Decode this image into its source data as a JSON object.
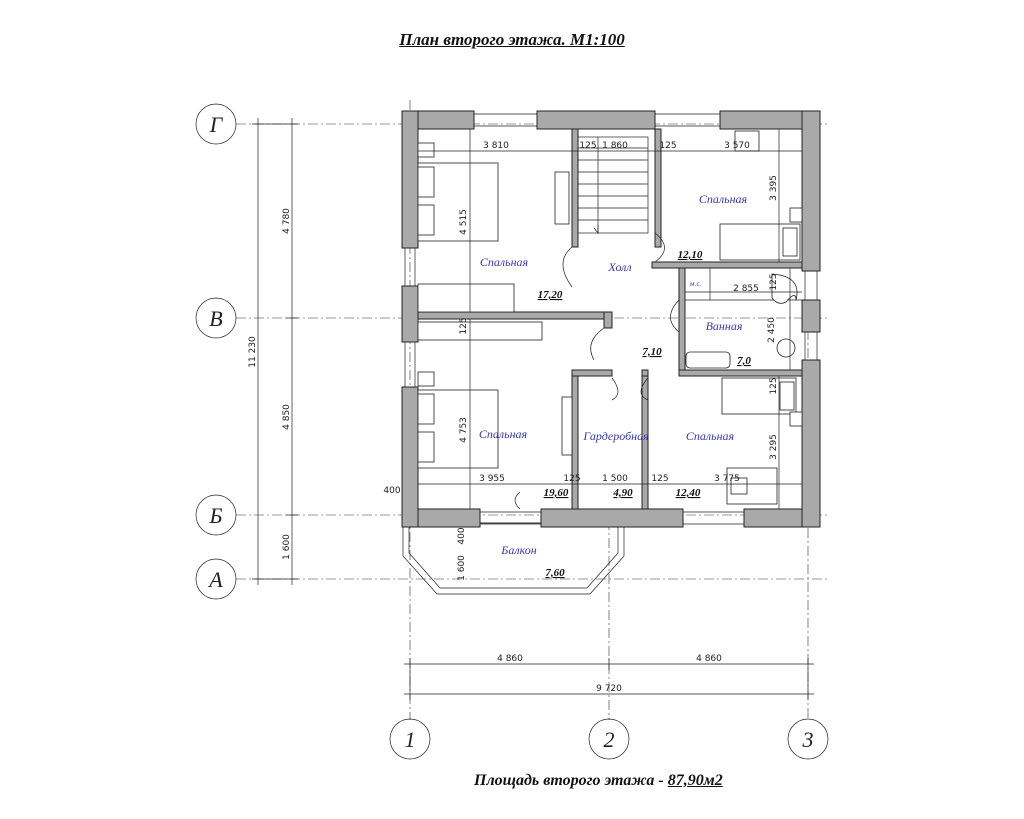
{
  "title": "План второго этажа. М1:100",
  "area_label": "Площадь второго этажа - ",
  "area_value": "87,90м2",
  "axes": {
    "rows": [
      "Г",
      "В",
      "Б",
      "А"
    ],
    "cols": [
      "1",
      "2",
      "3"
    ]
  },
  "rooms": {
    "bed_nw": "Спальная",
    "bed_ne": "Спальная",
    "bed_sw": "Спальная",
    "bed_se": "Спальная",
    "hall": "Холл",
    "bath": "Ванная",
    "wardrobe": "Гардеробная",
    "balcony": "Балкон",
    "wc": "м.с."
  },
  "areas": {
    "bed_nw": "17,20",
    "bed_ne": "12,10",
    "bed_sw": "19,60",
    "bed_se": "12,40",
    "hall": "7,10",
    "bath": "7,0",
    "wardrobe": "4,90",
    "balcony": "7,60"
  },
  "dims": {
    "top_1": "3 810",
    "top_2": "125",
    "top_3": "1 860",
    "top_4": "125",
    "top_5": "3 570",
    "bot_1": "3 955",
    "bot_2": "125",
    "bot_3": "1 500",
    "bot_4": "125",
    "bot_5": "3 775",
    "h_nw": "4 515",
    "h_ne": "3 395",
    "h_sw": "4 753",
    "h_se": "3 295",
    "h_bath": "2 450",
    "w_bath": "2 855",
    "mid_125": "125",
    "r125_a": "125",
    "r125_b": "125",
    "bal_400": "400",
    "bal_1600": "1 600",
    "left_400": "400",
    "left_4780": "4 780",
    "left_4850": "4 850",
    "left_1600": "1 600",
    "left_total": "11 230",
    "bottom_a": "4 860",
    "bottom_b": "4 860",
    "bottom_total": "9 720"
  }
}
